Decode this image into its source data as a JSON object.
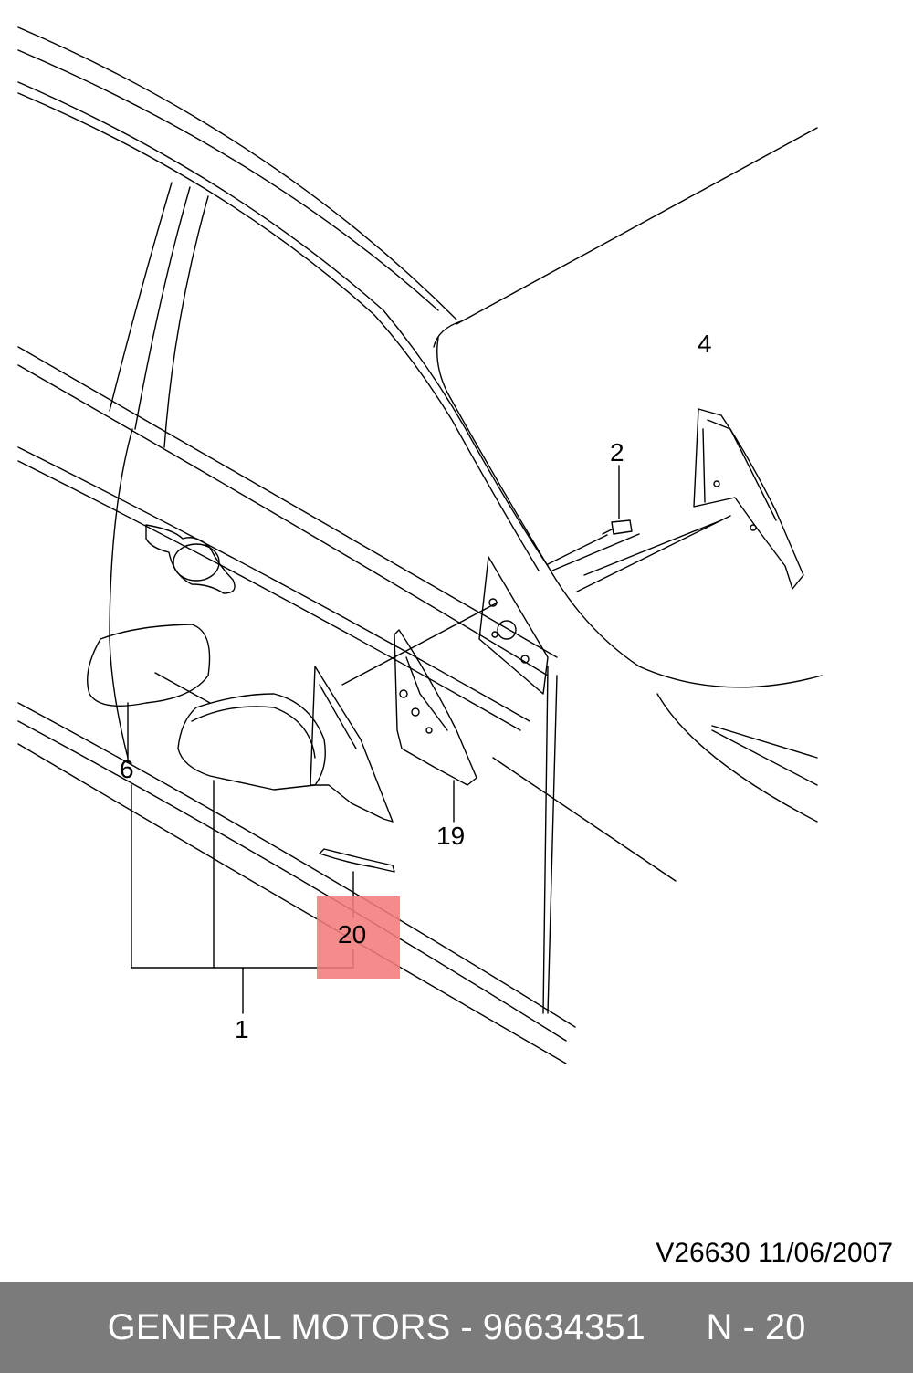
{
  "callouts": {
    "c1": "1",
    "c2": "2",
    "c4": "4",
    "c6": "6",
    "c19": "19",
    "c20": "20"
  },
  "drawing_code": "V26630  11/06/2007",
  "footer": {
    "text": "GENERAL MOTORS - 96634351      N - 20"
  },
  "colors": {
    "highlight": "#f47c7c",
    "footer_bg": "#7b7b7b",
    "line": "#000000"
  }
}
